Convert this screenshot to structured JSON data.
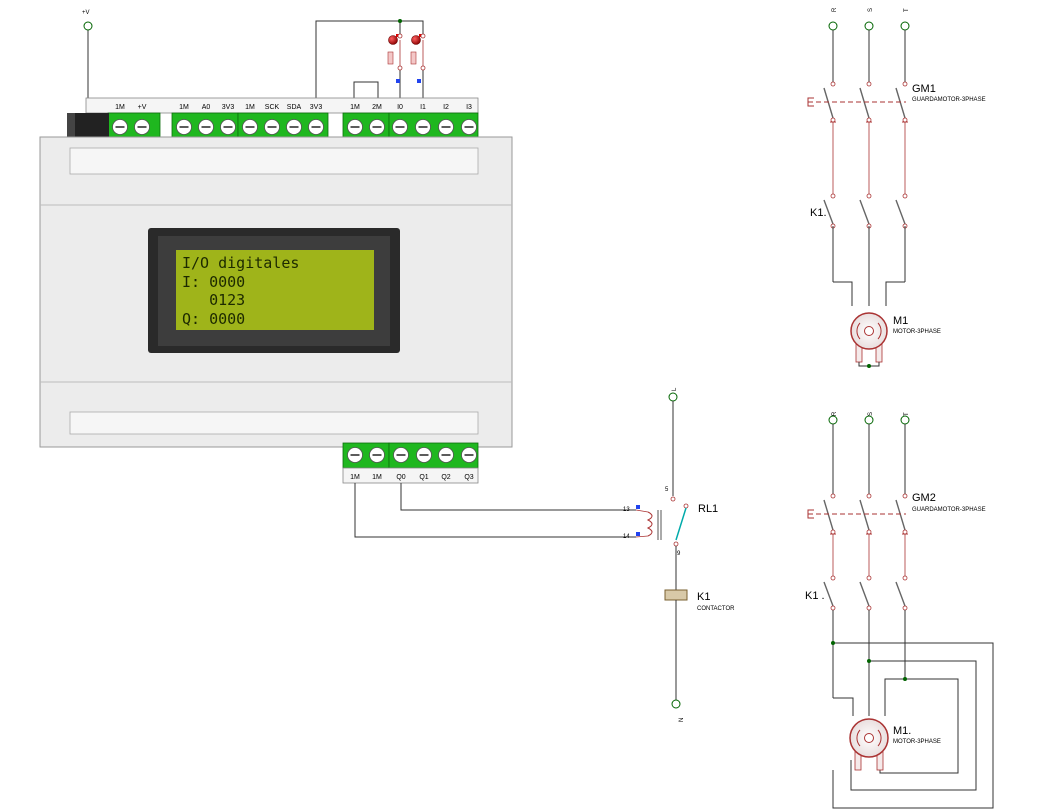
{
  "plc": {
    "supply_label": "+V",
    "top_terminals": [
      "1M",
      "+V",
      "1M",
      "A0",
      "3V3",
      "1M",
      "SCK",
      "SDA",
      "3V3",
      "1M",
      "2M",
      "I0",
      "I1",
      "I2",
      "I3"
    ],
    "bottom_terminals": [
      "1M",
      "1M",
      "Q0",
      "Q1",
      "Q2",
      "Q3"
    ],
    "lcd_lines": [
      "I/O digitales",
      "I: 0000",
      "   0123",
      "Q: 0000"
    ]
  },
  "control_circuit": {
    "line_label": "L",
    "neutral_label": "N",
    "relay": {
      "name": "RL1",
      "pin_com": "5",
      "pin_no": "9",
      "coil_pin_a": "13",
      "coil_pin_b": "14"
    },
    "contactor": {
      "name": "K1",
      "type": "CONTACTOR"
    }
  },
  "power_circuit_1": {
    "phases": [
      "R",
      "S",
      "T"
    ],
    "breaker": {
      "name": "GM1",
      "type": "GUARDAMOTOR-3PHASE"
    },
    "contactor_label": "K1.",
    "motor": {
      "name": "M1",
      "type": "MOTOR-3PHASE"
    }
  },
  "power_circuit_2": {
    "phases": [
      "R",
      "S",
      "T"
    ],
    "breaker": {
      "name": "GM2",
      "type": "GUARDAMOTOR-3PHASE"
    },
    "contactor_label": "K1 .",
    "motor": {
      "name": "M1.",
      "type": "MOTOR-3PHASE"
    }
  }
}
